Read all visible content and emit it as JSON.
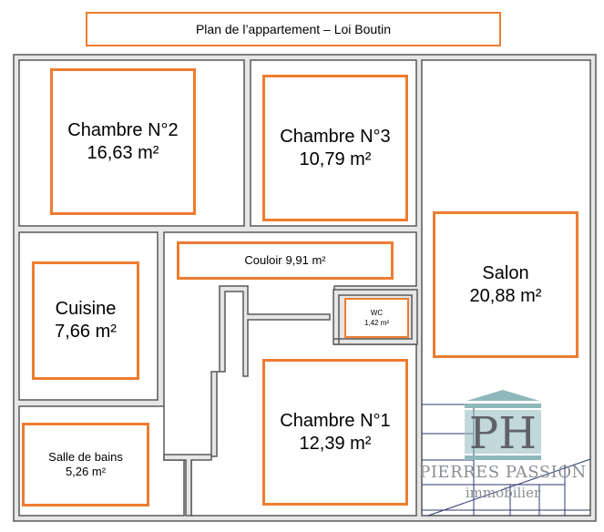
{
  "title": "Plan de l’appartement – Loi Boutin",
  "rooms": {
    "chambre2": {
      "name": "Chambre N°2",
      "area": "16,63 m²"
    },
    "chambre3": {
      "name": "Chambre N°3",
      "area": "10,79 m²"
    },
    "salon": {
      "name": "Salon",
      "area": "20,88 m²"
    },
    "couloir": {
      "name": "Couloir",
      "area": "9,91 m²"
    },
    "cuisine": {
      "name": "Cuisine",
      "area": "7,66 m²"
    },
    "wc": {
      "name": "WC",
      "area": "1,42 m²"
    },
    "chambre1": {
      "name": "Chambre N°1",
      "area": "12,39 m²"
    },
    "salle_de_bains": {
      "name": "Salle de bains",
      "area": "5,26 m²"
    }
  },
  "logo": {
    "monogram": "PH",
    "brand": "PIERRES PASSION",
    "sub": "immobilier"
  },
  "colors": {
    "label_border": "#ed7d31",
    "wall_fill": "#ffffff",
    "wall_stroke": "#595959",
    "logo_teal": "#8fb8bc",
    "logo_gray": "#8a8f94"
  }
}
